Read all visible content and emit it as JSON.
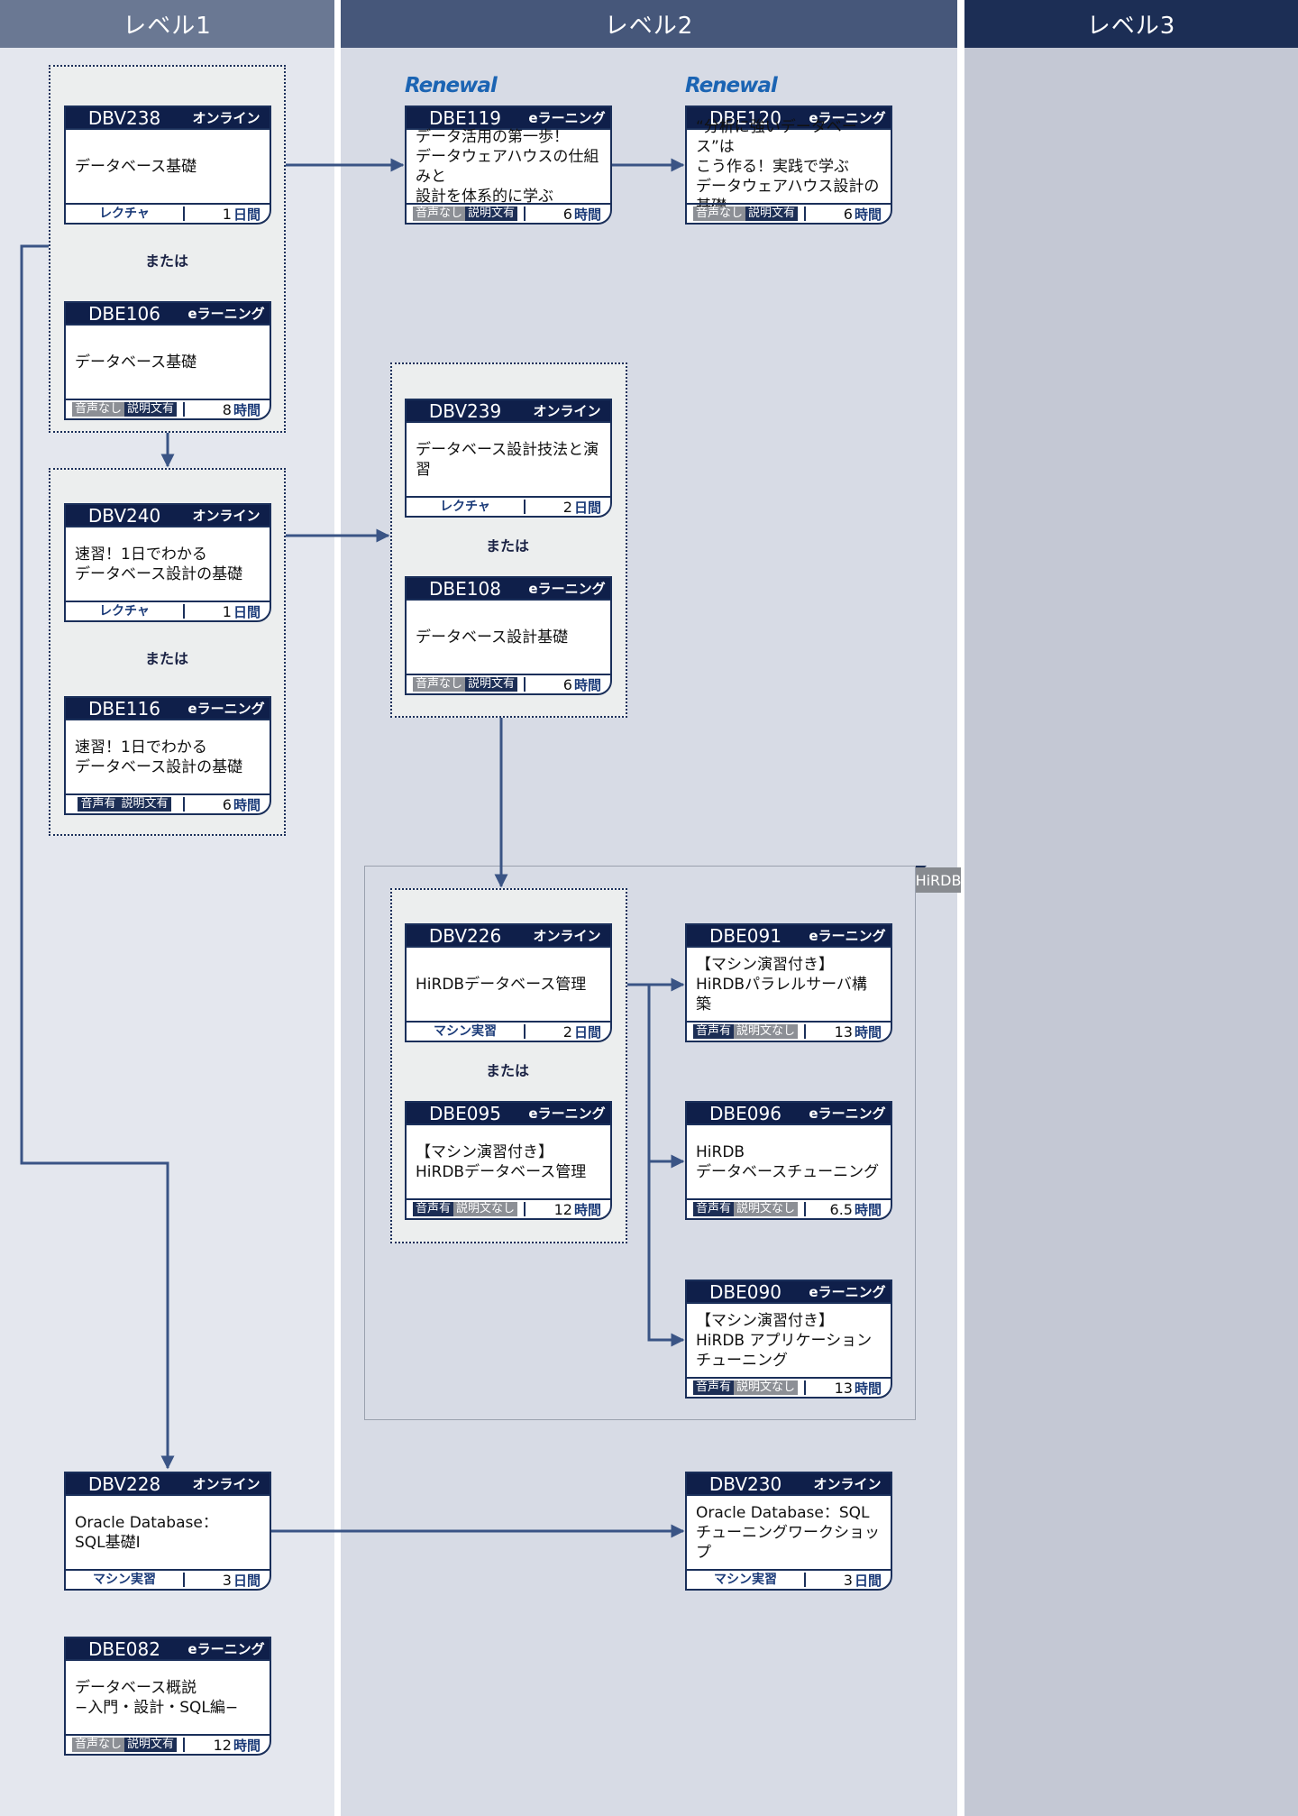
{
  "levels": [
    {
      "label": "レベル1",
      "color": "#6a7893",
      "bg": "#e4e7ee"
    },
    {
      "label": "レベル2",
      "color": "#46577a",
      "bg": "#d7dbe5"
    },
    {
      "label": "レベル3",
      "color": "#1c2e55",
      "bg": "#c4c8d4"
    }
  ],
  "or_label": "または",
  "renewal_label": "Renewal",
  "hirdb_label": "HiRDB",
  "courses": {
    "dbv238": {
      "code": "DBV238",
      "type": "オンライン",
      "title": "データベース基礎",
      "mode": "レクチャ",
      "duration": "1",
      "unit": "日間"
    },
    "dbe106": {
      "code": "DBE106",
      "type": "eラーニング",
      "title": "データベース基礎",
      "audio": "音声なし",
      "desc": "説明文有",
      "audio_on": false,
      "desc_on": true,
      "duration": "8",
      "unit": "時間"
    },
    "dbv240": {
      "code": "DBV240",
      "type": "オンライン",
      "title": "速習！1日でわかる\nデータベース設計の基礎",
      "mode": "レクチャ",
      "duration": "1",
      "unit": "日間"
    },
    "dbe116": {
      "code": "DBE116",
      "type": "eラーニング",
      "title": "速習！1日でわかる\nデータベース設計の基礎",
      "audio": "音声有",
      "desc": "説明文有",
      "audio_on": true,
      "desc_on": true,
      "duration": "6",
      "unit": "時間"
    },
    "dbe119": {
      "code": "DBE119",
      "type": "eラーニング",
      "title": "データ活用の第一歩！\nデータウェアハウスの仕組みと\n設計を体系的に学ぶ",
      "audio": "音声なし",
      "desc": "説明文有",
      "audio_on": false,
      "desc_on": true,
      "duration": "6",
      "unit": "時間"
    },
    "dbe120": {
      "code": "DBE120",
      "type": "eラーニング",
      "title": "“分析に強いデータベース”は\nこう作る！実践で学ぶ\nデータウェアハウス設計の基礎",
      "audio": "音声なし",
      "desc": "説明文有",
      "audio_on": false,
      "desc_on": true,
      "duration": "6",
      "unit": "時間"
    },
    "dbv239": {
      "code": "DBV239",
      "type": "オンライン",
      "title": "データベース設計技法と演習",
      "mode": "レクチャ",
      "duration": "2",
      "unit": "日間"
    },
    "dbe108": {
      "code": "DBE108",
      "type": "eラーニング",
      "title": "データベース設計基礎",
      "audio": "音声なし",
      "desc": "説明文有",
      "audio_on": false,
      "desc_on": true,
      "duration": "6",
      "unit": "時間"
    },
    "dbv226": {
      "code": "DBV226",
      "type": "オンライン",
      "title": "HiRDBデータベース管理",
      "mode": "マシン実習",
      "duration": "2",
      "unit": "日間"
    },
    "dbe095": {
      "code": "DBE095",
      "type": "eラーニング",
      "title": "【マシン演習付き】\nHiRDBデータベース管理",
      "audio": "音声有",
      "desc": "説明文なし",
      "audio_on": true,
      "desc_on": false,
      "duration": "12",
      "unit": "時間"
    },
    "dbe091": {
      "code": "DBE091",
      "type": "eラーニング",
      "title": "【マシン演習付き】\nHiRDBパラレルサーバ構築",
      "audio": "音声有",
      "desc": "説明文なし",
      "audio_on": true,
      "desc_on": false,
      "duration": "13",
      "unit": "時間"
    },
    "dbe096": {
      "code": "DBE096",
      "type": "eラーニング",
      "title": "HiRDB\nデータベースチューニング",
      "audio": "音声有",
      "desc": "説明文なし",
      "audio_on": true,
      "desc_on": false,
      "duration": "6.5",
      "unit": "時間"
    },
    "dbe090": {
      "code": "DBE090",
      "type": "eラーニング",
      "title": "【マシン演習付き】\nHiRDB アプリケーション\nチューニング",
      "audio": "音声有",
      "desc": "説明文なし",
      "audio_on": true,
      "desc_on": false,
      "duration": "13",
      "unit": "時間"
    },
    "dbv228": {
      "code": "DBV228",
      "type": "オンライン",
      "title": "Oracle Database：\nSQL基礎Ⅰ",
      "mode": "マシン実習",
      "duration": "3",
      "unit": "日間"
    },
    "dbv230": {
      "code": "DBV230",
      "type": "オンライン",
      "title": "Oracle Database：SQL\nチューニングワークショップ",
      "mode": "マシン実習",
      "duration": "3",
      "unit": "日間"
    },
    "dbe082": {
      "code": "DBE082",
      "type": "eラーニング",
      "title": "データベース概説\n−入門・設計・SQL編−",
      "audio": "音声なし",
      "desc": "説明文有",
      "audio_on": false,
      "desc_on": true,
      "duration": "12",
      "unit": "時間"
    }
  },
  "connections": [
    {
      "from": "dbv238",
      "to": "dbe119"
    },
    {
      "from": "dbe119",
      "to": "dbe120"
    },
    {
      "from": "group-basics",
      "to": "group-design-intro"
    },
    {
      "from": "group-design-intro",
      "to": "group-design"
    },
    {
      "from": "group-design",
      "to": "group-hirdb-admin"
    },
    {
      "from": "group-hirdb-admin",
      "to": "dbe091"
    },
    {
      "from": "group-hirdb-admin",
      "to": "dbe096"
    },
    {
      "from": "group-hirdb-admin",
      "to": "dbe090"
    },
    {
      "from": "group-basics",
      "to": "dbv228"
    },
    {
      "from": "dbv228",
      "to": "dbv230"
    }
  ]
}
